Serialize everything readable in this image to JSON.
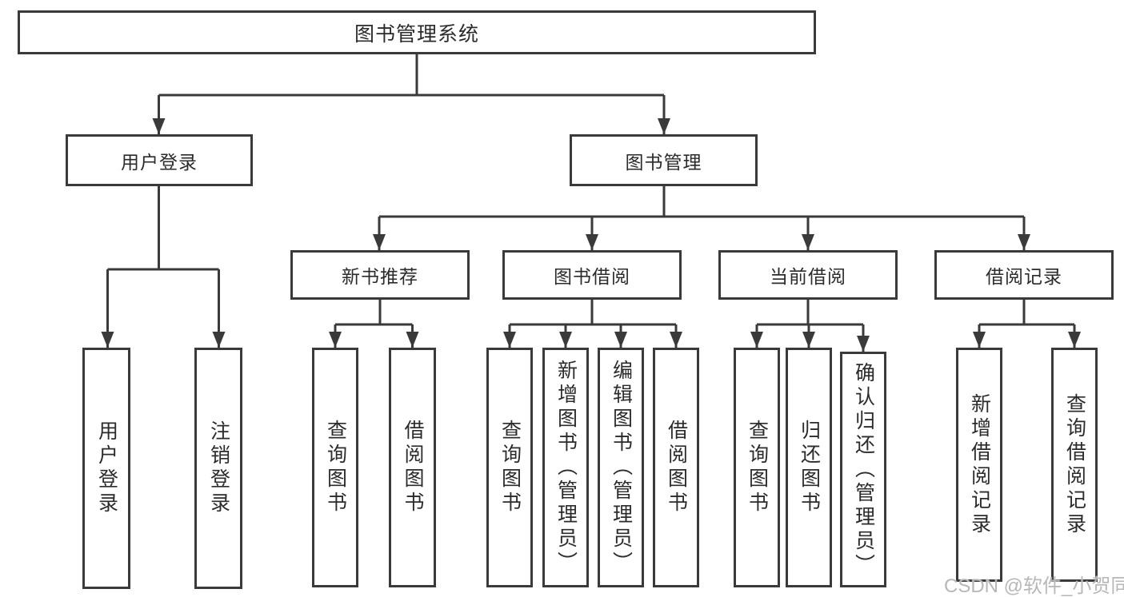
{
  "diagram": {
    "root": {
      "label": "图书管理系统"
    },
    "branches": [
      {
        "label": "用户登录",
        "children": [
          {
            "label": "用户登录"
          },
          {
            "label": "注销登录"
          }
        ]
      },
      {
        "label": "图书管理",
        "children": [
          {
            "label": "新书推荐",
            "children": [
              {
                "label": "查询图书"
              },
              {
                "label": "借阅图书"
              }
            ]
          },
          {
            "label": "图书借阅",
            "children": [
              {
                "label": "查询图书"
              },
              {
                "label": "新增图书（管理员）"
              },
              {
                "label": "编辑图书（管理员）"
              },
              {
                "label": "借阅图书"
              }
            ]
          },
          {
            "label": "当前借阅",
            "children": [
              {
                "label": "查询图书"
              },
              {
                "label": "归还图书"
              },
              {
                "label": "确认归还（管理员）"
              }
            ]
          },
          {
            "label": "借阅记录",
            "children": [
              {
                "label": "新增借阅记录"
              },
              {
                "label": "查询借阅记录"
              }
            ]
          }
        ]
      }
    ]
  },
  "watermark": {
    "text": "CSDN @软件_小贺同学"
  },
  "colors": {
    "line": "#3a3a3a",
    "box_border": "#3a3a3a",
    "text": "#2b2b2b",
    "background": "#ffffff",
    "watermark": "#afafaf"
  }
}
